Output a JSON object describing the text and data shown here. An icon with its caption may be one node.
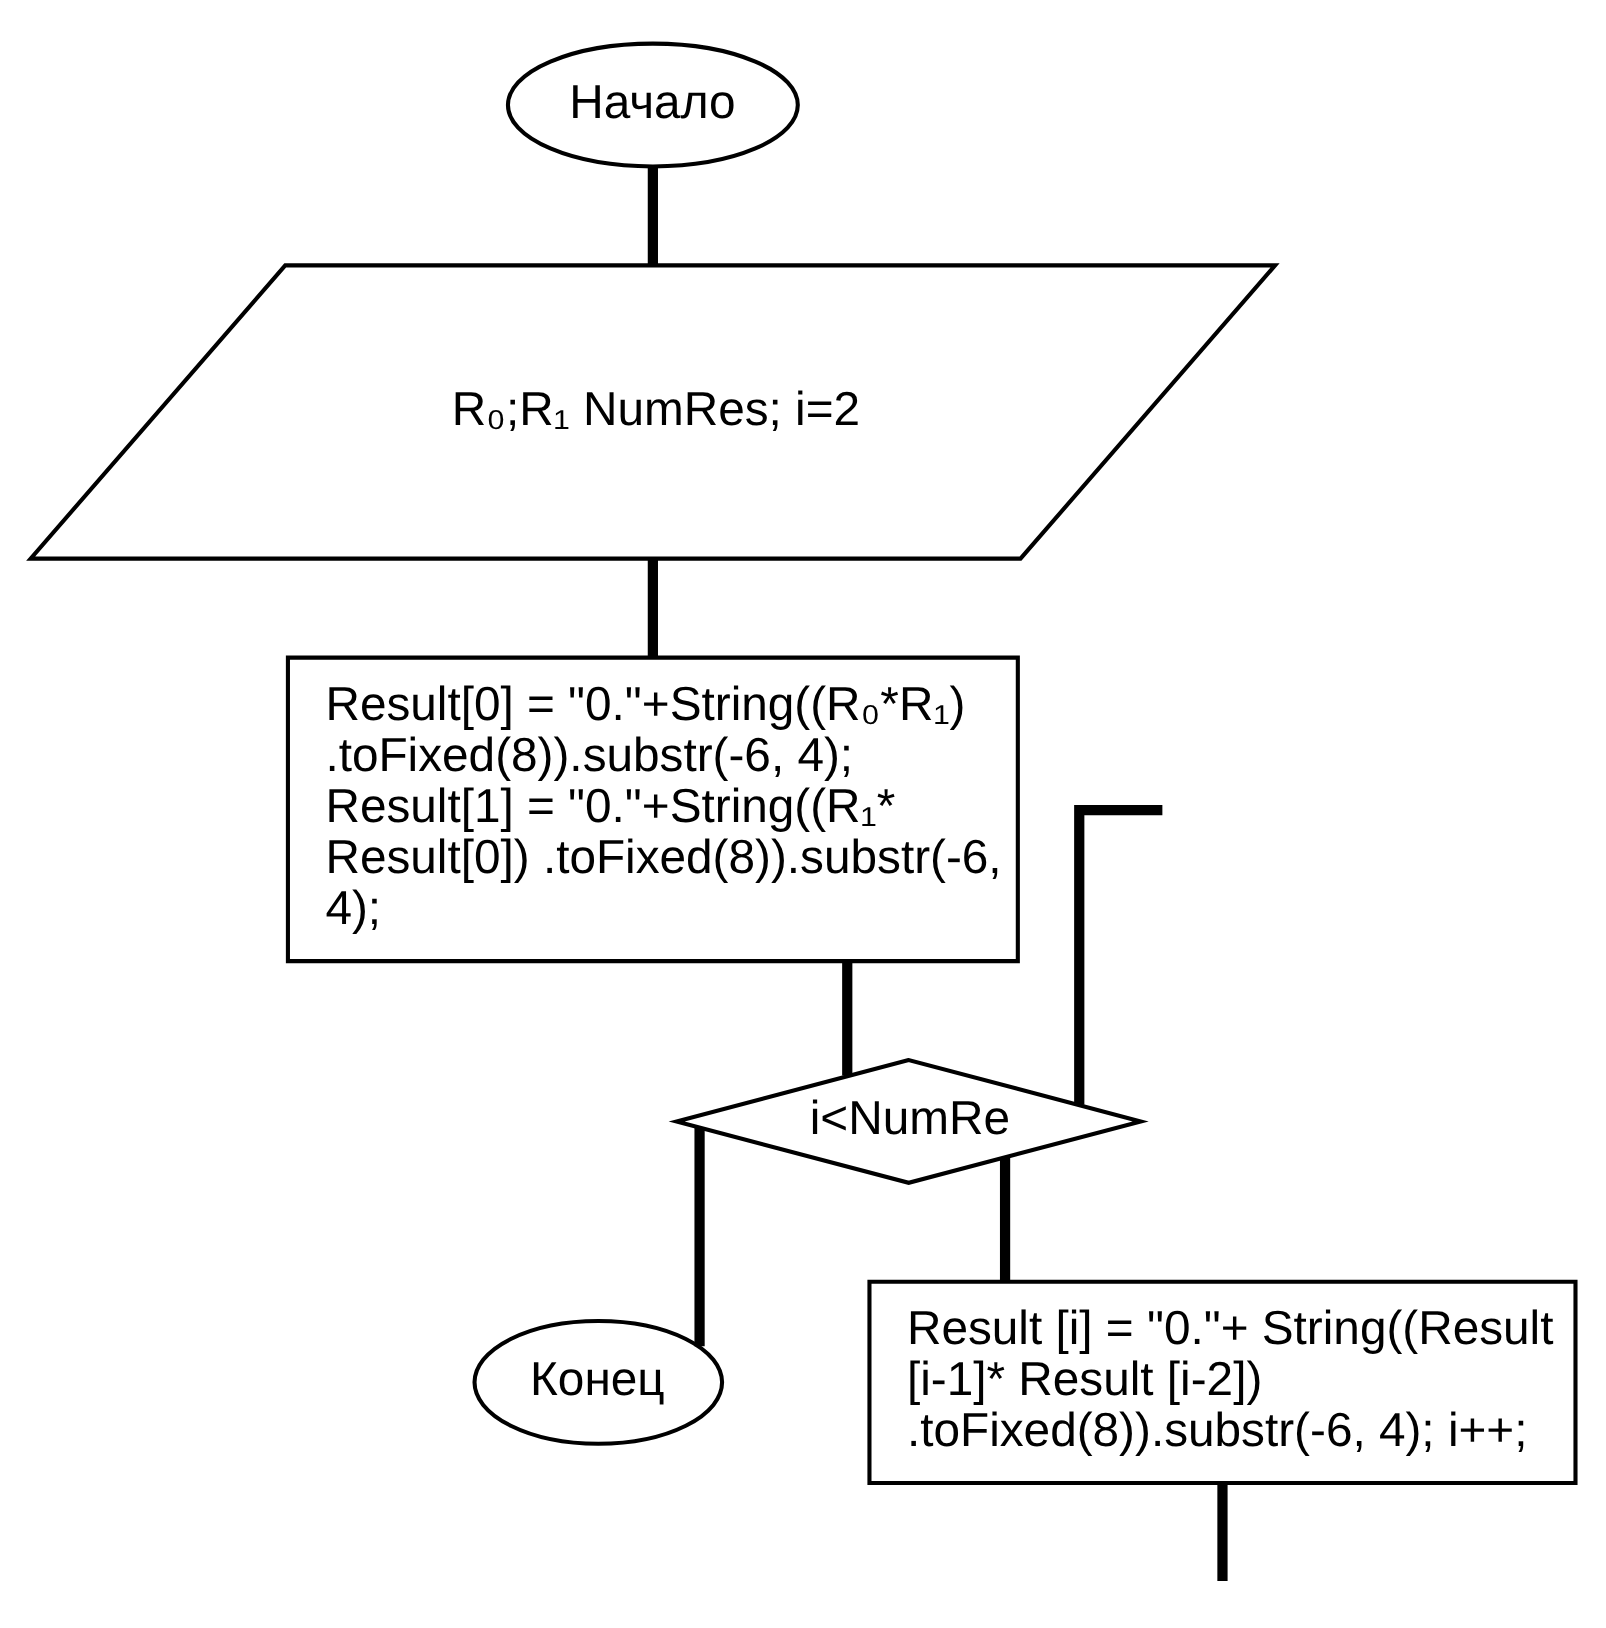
{
  "diagram": {
    "nodes": [
      {
        "text": [
          "Начало"
        ]
      },
      {
        "text": [
          "R₀;R₁ NumRes; i=2"
        ]
      },
      {
        "text": [
          "Result[0] = \"0.\"+String((R₀*R₁) .toFixed(8)).substr(-6, 4); Result[1] = \"0.\"+String((R₁* Result[0]) .toFixed(8)).substr(-6, 4);"
        ]
      },
      {
        "text": [
          "i<NumRe"
        ]
      },
      {
        "text": [
          "Конец"
        ]
      },
      {
        "text": [
          "Result [i] = \"0.\"+ String((Result [i-1]* Result [i-2]) .toFixed(8)).substr(-6, 4); i++;"
        ]
      }
    ],
    "edges": [
      {
        "from": 0,
        "to": 1,
        "arrow": "none"
      },
      {
        "from": 1,
        "to": 2,
        "arrow": "none"
      },
      {
        "from": 2,
        "to": 3,
        "arrow": "none"
      },
      {
        "from": 3,
        "to": 4,
        "arrow": "none"
      },
      {
        "from": 3,
        "to": 5,
        "arrow": "none"
      },
      {
        "from": 5,
        "to": null,
        "arrow": "none"
      },
      {
        "from": null,
        "to": 3,
        "arrow": "none"
      }
    ]
  }
}
